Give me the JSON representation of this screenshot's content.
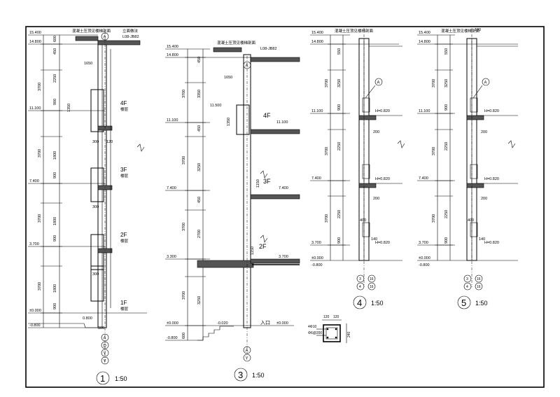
{
  "drawings": {
    "d1": {
      "number": "1",
      "scale": "1:50",
      "note": "混凝土压顶见楼梯剖面",
      "note2": "立面做法",
      "wall_ref": "L08-JB82",
      "grid_labels": [
        "A",
        "D",
        "Y",
        "Y"
      ],
      "levels": [
        "15.400",
        "14.800",
        "11.100",
        "7.400",
        "3.700",
        "±0.000",
        "-0.800"
      ],
      "floors": [
        "4F",
        "3F",
        "2F",
        "1F"
      ],
      "floor_note": "楼层",
      "dims": [
        "600",
        "450",
        "2250",
        "3700",
        "900",
        "1350",
        "1800",
        "900",
        "3700",
        "1800",
        "900",
        "3700",
        "1800",
        "3700",
        "900",
        "1650",
        "300",
        "120",
        "300",
        "600",
        "120",
        "0.800"
      ]
    },
    "d3": {
      "number": "3",
      "scale": "1:50",
      "note": "混凝土压顶见楼梯剖面",
      "wall_ref": "L08-JB82",
      "grid_labels": [
        "A",
        "Y"
      ],
      "levels": [
        "15.400",
        "14.800",
        "11.100",
        "7.400",
        "3.300",
        "±0.000",
        "-0.800",
        "11.500",
        "11.100",
        "7.400",
        "3.700",
        "±0.000",
        "-0.020"
      ],
      "floors": [
        "4F",
        "3F",
        "2F"
      ],
      "entrance": "入口",
      "dims": [
        "450",
        "3350",
        "3700",
        "450",
        "3700",
        "3250",
        "450",
        "2700",
        "600",
        "1350",
        "1150",
        "1650",
        "600"
      ]
    },
    "d4": {
      "number": "4",
      "scale": "1:50",
      "note": "混凝土压顶见楼梯剖面",
      "grid_labels": [
        "A",
        "3",
        "16",
        "4",
        "16"
      ],
      "levels": [
        "15.400",
        "14.800",
        "11.100",
        "7.400",
        "3.700",
        "±0.000",
        "-0.800"
      ],
      "sill_marks": [
        "H=0.820",
        "H=0.820",
        "H=0.820"
      ],
      "dims": [
        "550",
        "3250",
        "900",
        "2250",
        "3700",
        "2250",
        "3700",
        "900",
        "400",
        "200",
        "200",
        "200",
        "140",
        "400"
      ]
    },
    "d5": {
      "number": "5",
      "scale": "1:50",
      "note": "混凝土压顶见楼梯剖面",
      "top_dim": "180",
      "grid_labels": [
        "A",
        "3",
        "16",
        "4",
        "16"
      ],
      "levels": [
        "15.400",
        "14.800",
        "11.100",
        "7.400",
        "3.700",
        "±0.000",
        "-0.800"
      ],
      "sill_marks": [
        "H=0.820",
        "H=0.820",
        "H=0.820"
      ],
      "dims": [
        "550",
        "3250",
        "900",
        "2250",
        "3700",
        "2250",
        "3700",
        "900",
        "400",
        "200",
        "200",
        "200",
        "140",
        "400"
      ]
    },
    "column": {
      "labels": [
        "4Φ10",
        "Φ6@200"
      ],
      "dims": [
        "120",
        "120",
        "240"
      ]
    }
  }
}
